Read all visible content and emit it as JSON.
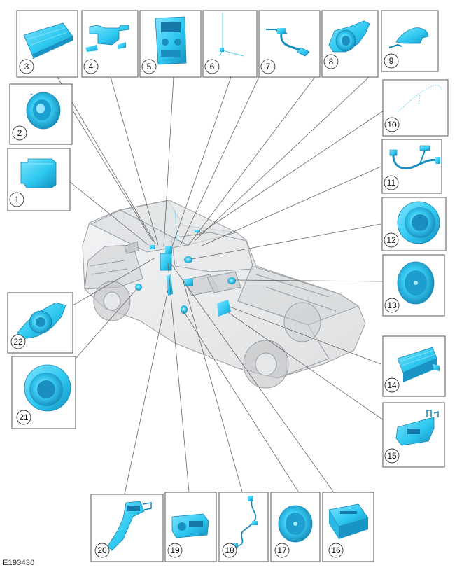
{
  "figure_id": "E193430",
  "colors": {
    "component": "#2ec8f0",
    "component_dark": "#1590c0",
    "box_stroke": "#555555",
    "leader": "#666666",
    "vehicle": "#b9bcbf"
  },
  "callouts": [
    {
      "number": "1"
    },
    {
      "number": "2"
    },
    {
      "number": "3"
    },
    {
      "number": "4"
    },
    {
      "number": "5"
    },
    {
      "number": "6"
    },
    {
      "number": "7"
    },
    {
      "number": "8"
    },
    {
      "number": "9"
    },
    {
      "number": "10"
    },
    {
      "number": "11"
    },
    {
      "number": "12"
    },
    {
      "number": "13"
    },
    {
      "number": "14"
    },
    {
      "number": "15"
    },
    {
      "number": "16"
    },
    {
      "number": "17"
    },
    {
      "number": "18"
    },
    {
      "number": "19"
    },
    {
      "number": "20"
    },
    {
      "number": "21"
    },
    {
      "number": "22"
    }
  ]
}
